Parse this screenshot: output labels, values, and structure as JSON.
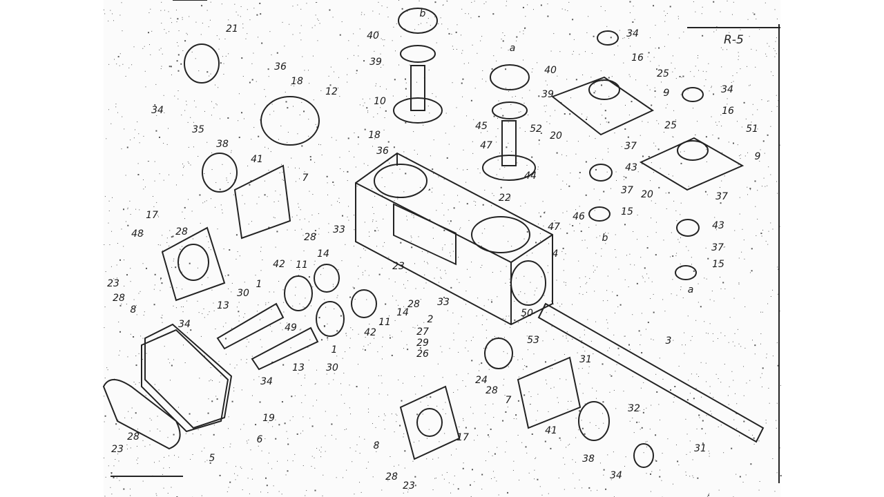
{
  "sheet_code": "R-5",
  "part_labels": [
    "21",
    "36",
    "18",
    "12",
    "34",
    "35",
    "38",
    "41",
    "7",
    "18",
    "36",
    "40",
    "39",
    "10",
    "b",
    "a",
    "40",
    "39",
    "45",
    "52",
    "47",
    "44",
    "22",
    "46",
    "47",
    "34",
    "16",
    "25",
    "9",
    "20",
    "37",
    "43",
    "37",
    "15",
    "b",
    "34",
    "16",
    "51",
    "25",
    "9",
    "20",
    "37",
    "43",
    "37",
    "15",
    "a",
    "17",
    "28",
    "48",
    "42",
    "11",
    "28",
    "14",
    "33",
    "23",
    "4",
    "23",
    "28",
    "8",
    "30",
    "1",
    "13",
    "34",
    "49",
    "13",
    "30",
    "1",
    "42",
    "11",
    "28",
    "14",
    "33",
    "2",
    "27",
    "29",
    "26",
    "24",
    "50",
    "53",
    "31",
    "3",
    "34",
    "19",
    "6",
    "5",
    "28",
    "23",
    "7",
    "41",
    "32",
    "38",
    "34",
    "31",
    "28",
    "17",
    "8",
    "28",
    "23"
  ]
}
